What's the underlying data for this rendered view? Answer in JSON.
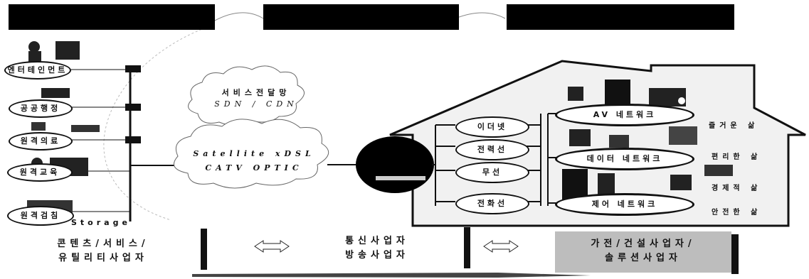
{
  "headers": [
    "",
    "",
    ""
  ],
  "left_services": [
    "엔터테인먼트",
    "공공행정",
    "원격의료",
    "원격교육",
    "원격검침"
  ],
  "storage_label": "Storage",
  "cloud_top": {
    "line1": "서비스전달망",
    "line2": "SDN / CDN"
  },
  "cloud_mid": {
    "line1": "Satellite  xDSL",
    "line2": "CATV OPTIC"
  },
  "gateway_label": "",
  "home_pills": [
    "이더넷",
    "전력선",
    "무선",
    "전화선"
  ],
  "networks": [
    "AV 네트워크",
    "데이터 네트워크",
    "제어 네트워크"
  ],
  "rooms": [
    "즐거운 삶",
    "편리한 삶",
    "경제적 삶",
    "안전한 삶"
  ],
  "bottom": {
    "left": [
      "콘텐츠/서비스/",
      "유틸리티사업자"
    ],
    "center": [
      "통신사업자",
      "방송사업자"
    ],
    "right": [
      "가전/건설사업자/",
      "솔루션사업자"
    ]
  }
}
